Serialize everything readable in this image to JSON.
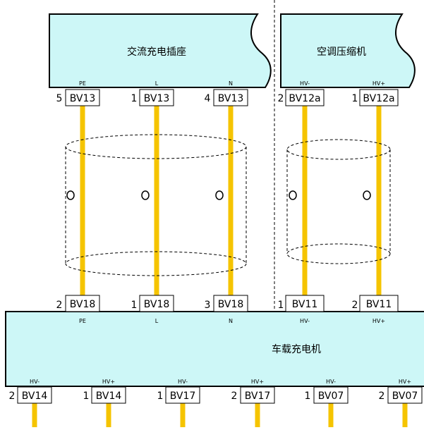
{
  "components": {
    "ac_socket": {
      "title": "交流充电插座",
      "pins": [
        {
          "label": "PE",
          "num": "5",
          "conn": "BV13"
        },
        {
          "label": "L",
          "num": "1",
          "conn": "BV13"
        },
        {
          "label": "N",
          "num": "4",
          "conn": "BV13"
        }
      ]
    },
    "compressor": {
      "title": "空调压缩机",
      "pins": [
        {
          "label": "HV-",
          "num": "2",
          "conn": "BV12a"
        },
        {
          "label": "HV+",
          "num": "1",
          "conn": "BV12a"
        }
      ]
    },
    "charger": {
      "title": "车载充电机",
      "top_pins": [
        {
          "label": "PE",
          "num": "2",
          "conn": "BV18"
        },
        {
          "label": "L",
          "num": "1",
          "conn": "BV18"
        },
        {
          "label": "N",
          "num": "3",
          "conn": "BV18"
        },
        {
          "label": "HV-",
          "num": "1",
          "conn": "BV11"
        },
        {
          "label": "HV+",
          "num": "2",
          "conn": "BV11"
        }
      ],
      "bottom_pins": [
        {
          "label": "HV-",
          "num": "2",
          "conn": "BV14"
        },
        {
          "label": "HV+",
          "num": "1",
          "conn": "BV14"
        },
        {
          "label": "HV-",
          "num": "1",
          "conn": "BV17"
        },
        {
          "label": "HV+",
          "num": "2",
          "conn": "BV17"
        },
        {
          "label": "HV-",
          "num": "1",
          "conn": "BV07"
        },
        {
          "label": "HV+",
          "num": "2",
          "conn": "BV07"
        }
      ]
    }
  },
  "colors": {
    "box_fill": "#cdf7f7",
    "wire": "#f5c400",
    "line": "#000000"
  }
}
